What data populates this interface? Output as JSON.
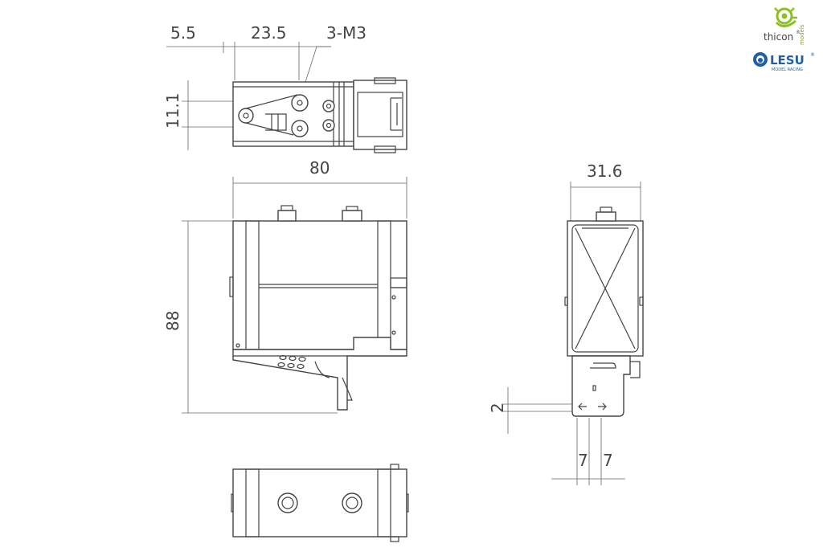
{
  "dimensions": {
    "top_left_offset": "5.5",
    "top_mid_offset": "23.5",
    "thread_callout": "3-M3",
    "top_height": "11.1",
    "overall_width": "80",
    "overall_height": "88",
    "side_width": "31.6",
    "side_gap": "2",
    "side_spacing_left": "7",
    "side_spacing_right": "7"
  },
  "logos": {
    "thicon_name": "thicon",
    "thicon_sub": "models",
    "thicon_mark": "®",
    "lesu_name": "LESU",
    "lesu_sub": "MODEL RACING",
    "lesu_mark": "®",
    "thicon_color": "#8cbf26",
    "lesu_color": "#1f5fa8"
  }
}
